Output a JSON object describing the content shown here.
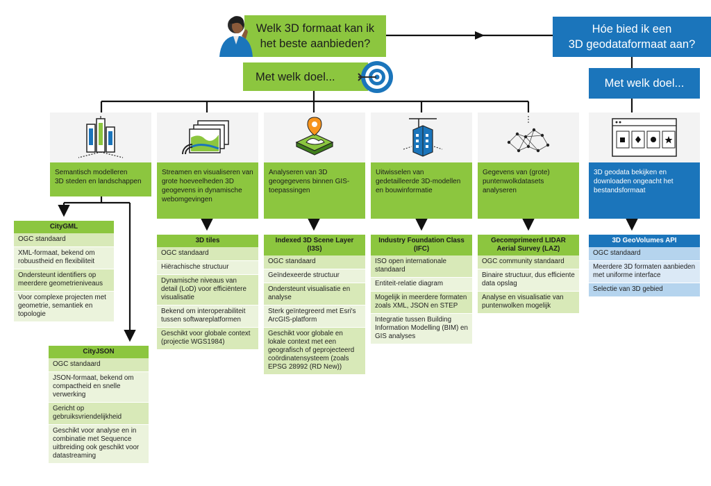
{
  "colors": {
    "green": "#8cc63f",
    "blue": "#1b75bb",
    "light_green_1": "#ebf3dc",
    "light_green_2": "#d8e9b8",
    "light_blue_1": "#dbe9f6",
    "light_blue_2": "#b5d4ee"
  },
  "main_question": "Welk 3D formaat kan ik\nhet beste aanbieden?",
  "main_goal": "Met welk doel...",
  "offer_question": "Hóe bied ik een\n3D geodataformaat aan?",
  "offer_goal": "Met welk doel...",
  "purposes": [
    "Semantisch modelleren\n3D steden en landschappen",
    "Streamen en visualiseren van grote hoeveelheden 3D geogevens in dynamische webomgevingen",
    "Analyseren van 3D geogegevens binnen GIS-toepassingen",
    "Uitwisselen van gedetailleerde 3D-modellen en bouwinformatie",
    "Gegevens van (grote) puntenwolkdatasets analyseren",
    "3D geodata bekijken en downloaden ongeacht het bestandsformaat"
  ],
  "formats": [
    {
      "title": "CityGML",
      "items": [
        "OGC standaard",
        "XML-formaat, bekend om robuustheid en flexibiliteit",
        "Ondersteunt identifiers op meerdere geometrieniveaus",
        "Voor complexe projecten met geometrie, semantiek en topologie"
      ]
    },
    {
      "title": "CityJSON",
      "items": [
        "OGC standaard",
        "JSON-formaat, bekend om compactheid en snelle verwerking",
        "Gericht op gebruiksvriendelijkheid",
        "Geschikt voor analyse en in combinatie met Sequence uitbreiding ook geschikt voor datastreaming"
      ]
    },
    {
      "title": "3D tiles",
      "items": [
        "OGC standaard",
        "Hiërachische structuur",
        "Dynamische niveaus van detail (LoD) voor efficiëntere visualisatie",
        "Bekend om interoperabiliteit tussen softwareplatformen",
        "Geschikt voor globale context (projectie WGS1984)"
      ]
    },
    {
      "title": "Indexed 3D Scene Layer\n(I3S)",
      "items": [
        "OGC standaard",
        "Geïndexeerde structuur",
        "Ondersteunt visualisatie en analyse",
        "Sterk geïntegreerd met Esri's ArcGIS-platform",
        "Geschikt voor globale en lokale context met een geografisch of geprojecteerd coördinatensysteem (zoals EPSG 28992 (RD New))"
      ]
    },
    {
      "title": "Industry Foundation Class\n(IFC)",
      "items": [
        "ISO open internationale standaard",
        "Entiteit-relatie diagram",
        "Mogelijk in meerdere formaten zoals XML, JSON en STEP",
        "Integratie tussen Building Information Modelling (BIM) en GIS analyses"
      ]
    },
    {
      "title": "Gecomprimeerd LIDAR\nAerial Survey (LAZ)",
      "items": [
        "OGC community standaard",
        "Binaire structuur, dus efficiente data opslag",
        "Analyse en visualisatie van puntenwolken mogelijk"
      ]
    },
    {
      "title": "3D GeoVolumes API",
      "items": [
        "OGC standaard",
        "Meerdere 3D formaten aanbieden met uniforme interface",
        "Selectie van 3D gebied"
      ]
    }
  ],
  "icons": [
    "person-icon",
    "target-icon",
    "city-buildings-icon",
    "map-tiles-icon",
    "map-pin-terrain-icon",
    "building-crane-icon",
    "point-cloud-icon",
    "browser-formats-icon"
  ]
}
